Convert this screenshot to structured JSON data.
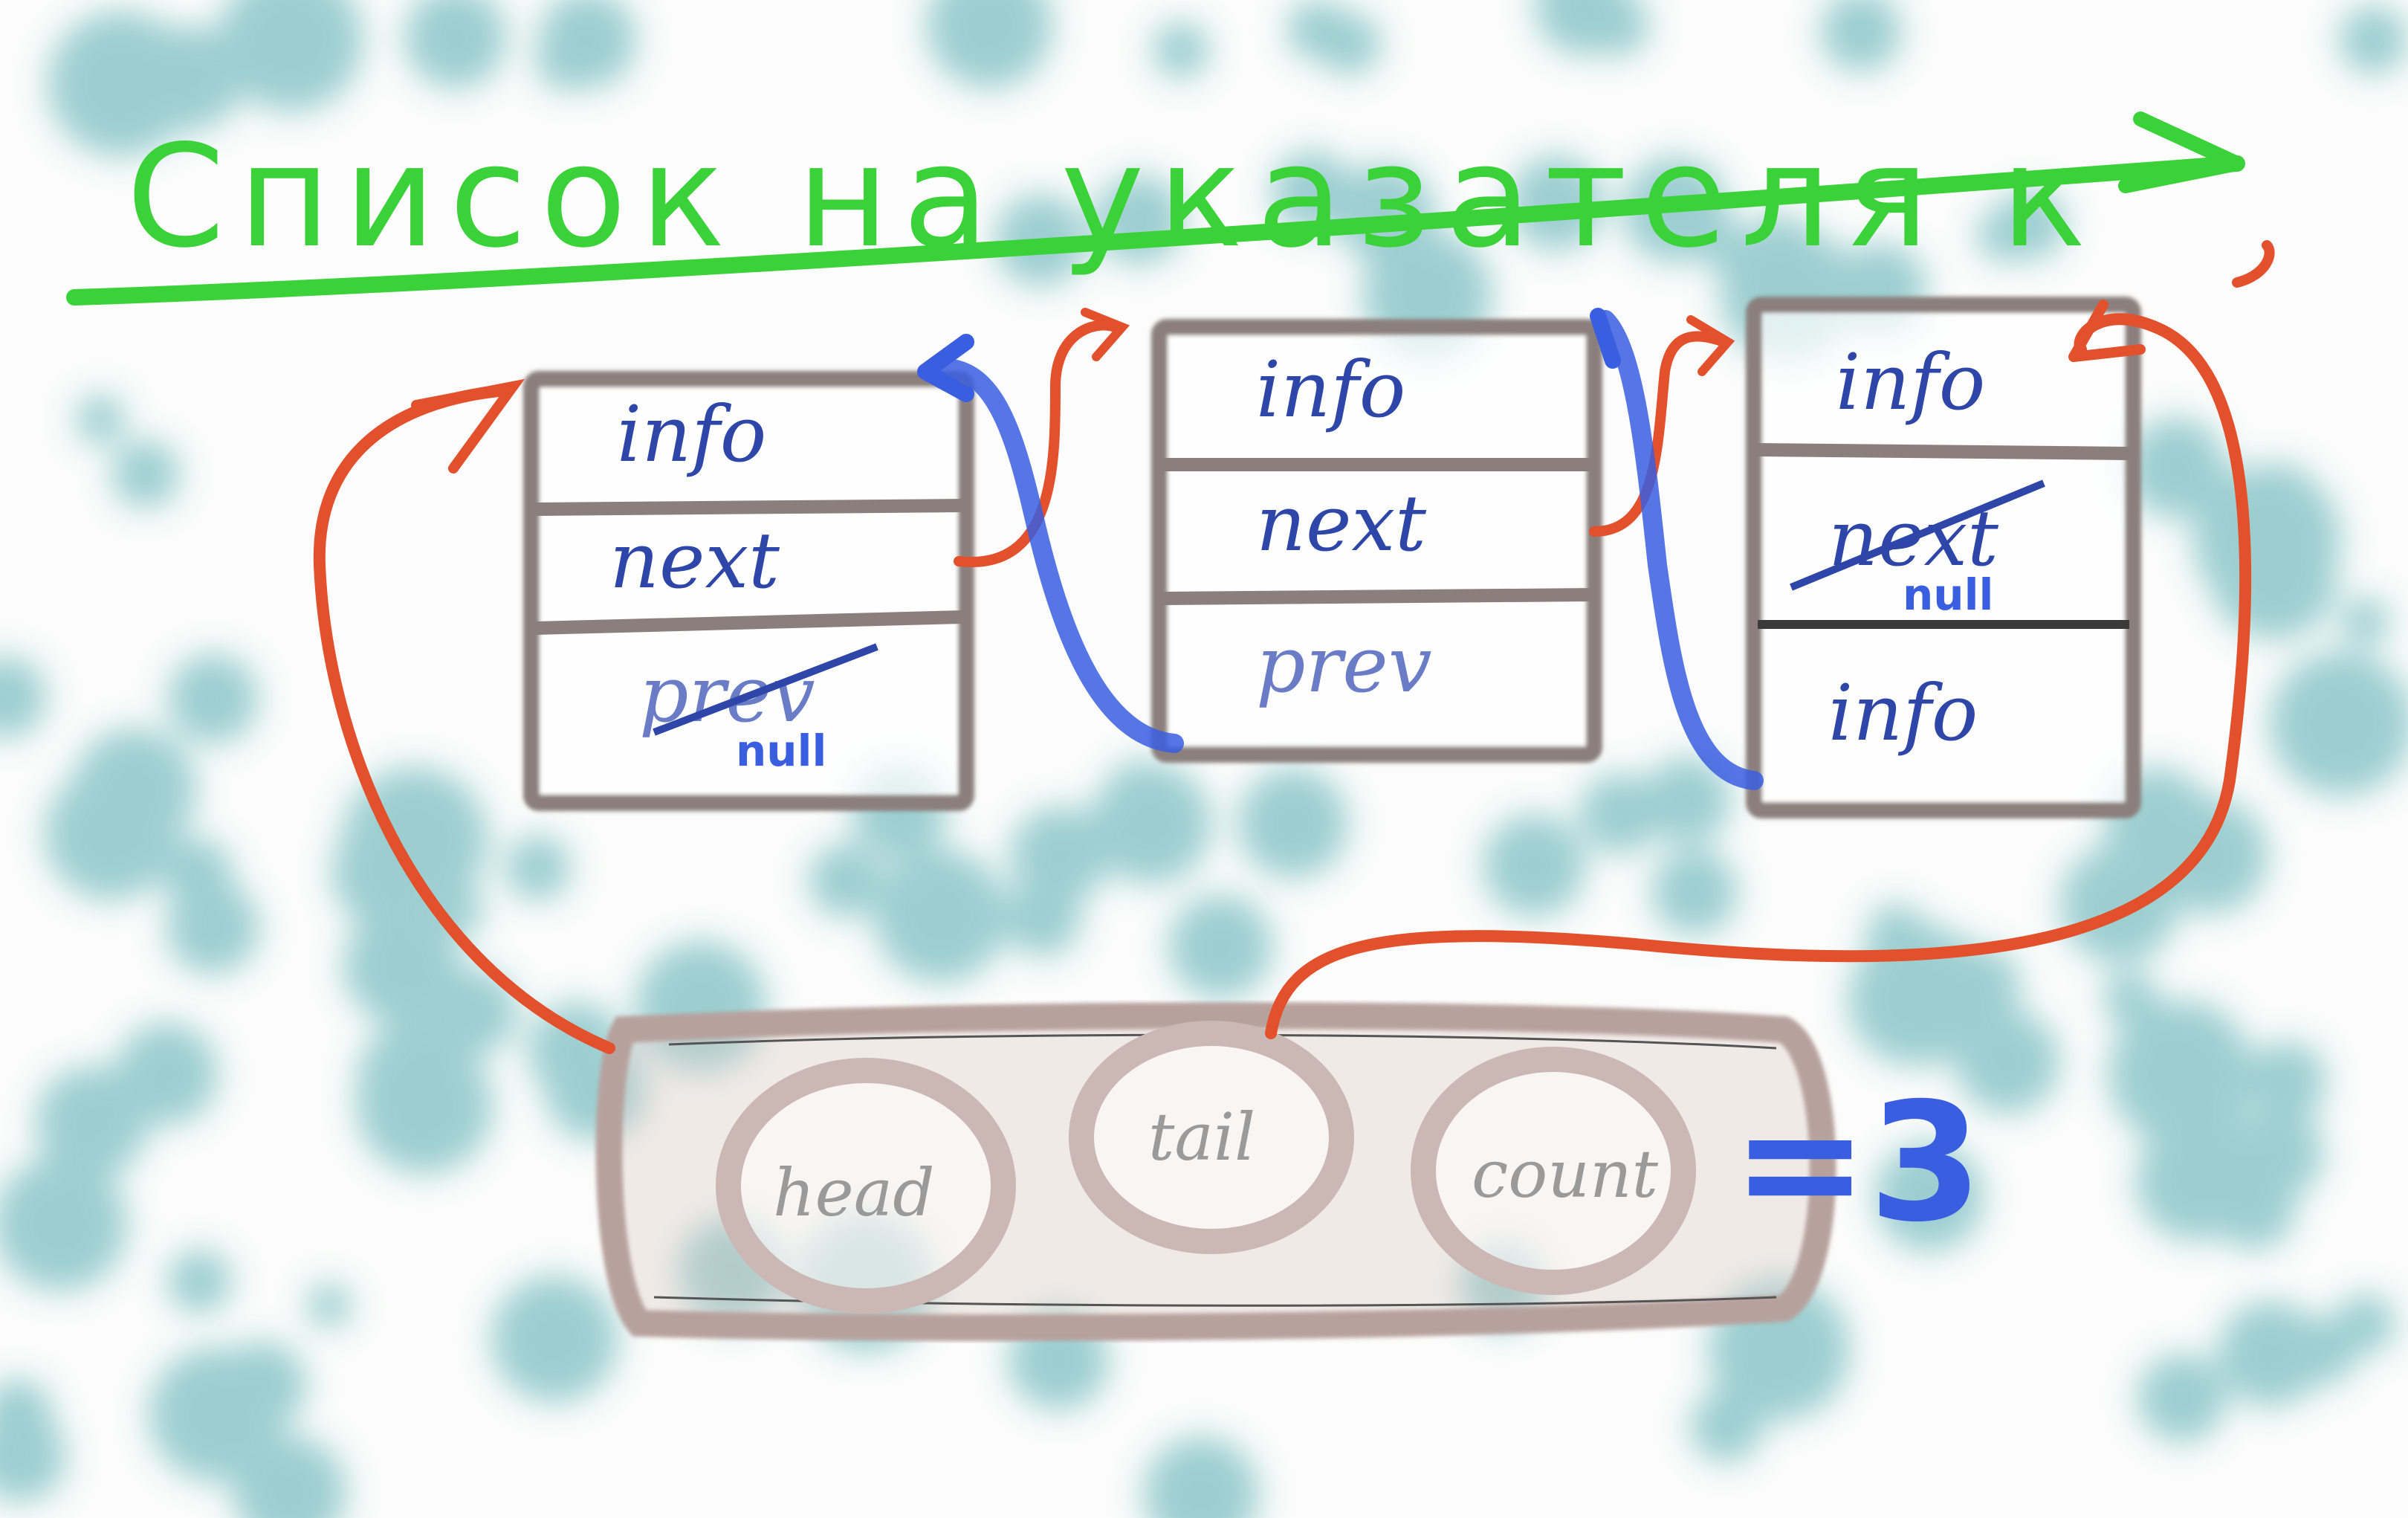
{
  "title": {
    "text": "Список на указателя к"
  },
  "nodes": [
    {
      "fields": [
        "info",
        "next",
        "prev"
      ],
      "null_label": "null"
    },
    {
      "fields": [
        "info",
        "next",
        "prev"
      ]
    },
    {
      "fields": [
        "info",
        "next",
        "info"
      ],
      "null_label": "null"
    }
  ],
  "list_struct": {
    "fields": [
      "head",
      "tail",
      "count"
    ],
    "count_value": "=3"
  },
  "colors": {
    "title": "#3bd138",
    "box_stroke": "#8a7f7c",
    "field_text": "#2e46a8",
    "prev_arrow": "#3a5ee0",
    "next_arrow": "#e2502c",
    "oval_text": "#9a9a9a",
    "count": "#3a5ee0",
    "background_blob": "#4fa9ad"
  }
}
